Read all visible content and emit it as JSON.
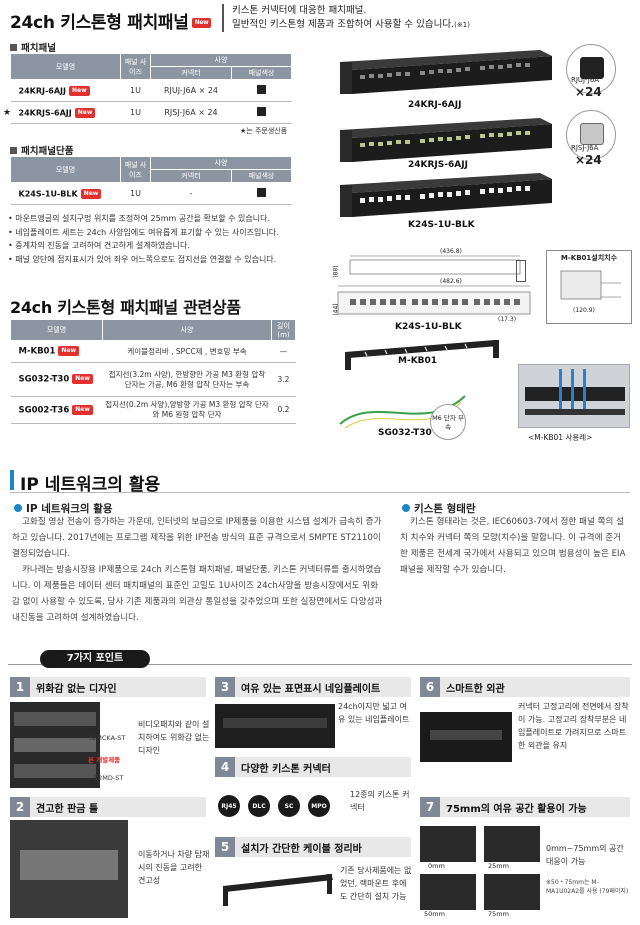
{
  "header": {
    "title": "24ch 키스톤형 패치패널",
    "new_badge": "New",
    "intro_line1": "키스톤 커넥터에 대응한 패치패널.",
    "intro_line2": "일반적인 키스톤형 제품과 조합하여 사용할 수 있습니다.",
    "intro_note": "(※1)"
  },
  "patch_panel": {
    "section_title": "패치패널",
    "col_model": "모델명",
    "col_size": "패널 사이즈",
    "col_spec": "사양",
    "col_connector": "커넥터",
    "col_color": "패널색상",
    "rows": [
      {
        "star": "",
        "model": "24KRJ-6AJJ",
        "badge": "New",
        "size": "1U",
        "connector": "RJUJ-J6A × 24"
      },
      {
        "star": "★",
        "model": "24KRJS-6AJJ",
        "badge": "New",
        "size": "1U",
        "connector": "RJSJ-J6A × 24"
      }
    ],
    "footnote": "★는 주문생산품"
  },
  "patch_single": {
    "section_title": "패치패널단품",
    "col_model": "모델명",
    "col_size": "패널 사이즈",
    "col_spec": "사양",
    "col_connector": "커넥터",
    "col_color": "패널색상",
    "rows": [
      {
        "model": "K24S-1U-BLK",
        "badge": "New",
        "size": "1U",
        "connector": "-"
      }
    ]
  },
  "bullets": [
    "마운트앵글의 설치구멍 위치를 조정하여 25mm 공간을 확보할 수 있습니다.",
    "네임플레이트 세트는 24ch 사양임에도 여유롭게 표기할 수 있는 사이즈입니다.",
    "중계차의 진동을 고려하여 견고하게 설계하였습니다.",
    "패널 양단에 접지표시가 있어 좌우 어느쪽으로도 접지선을 연결할 수 있습니다."
  ],
  "product_labels": {
    "p1": "24KRJ-6AJJ",
    "p2": "24KRJS-6AJJ",
    "p3": "K24S-1U-BLK",
    "p4": "K24S-1U-BLK",
    "p5": "M-KB01",
    "p6": "SG032-T30",
    "p7": "<M-KB01 사용례>",
    "m6_label": "M6 단자 부속",
    "rjuj_label": "RJUJ-J6A",
    "rjsj_label": "RJSJ-J6A",
    "qty": "×24",
    "install_dim_title": "M-KB01설치치수",
    "dims": {
      "d1": "(436.8)",
      "d2": "(482.6)",
      "d3": "(17.3)",
      "d4": "(88)",
      "d5": "(44)",
      "d6": "(120.9)"
    }
  },
  "related": {
    "title": "24ch 키스톤형 패치패널 관련상품",
    "col_model": "모델명",
    "col_spec": "사양",
    "col_len": "길이 (m)",
    "rows": [
      {
        "model": "M-KB01",
        "badge": "New",
        "spec": "케이블정리바 , SPCC제 , 변호밍 부속",
        "len": "—"
      },
      {
        "model": "SG032-T30",
        "badge": "New",
        "spec": "접지선(3.2m 사양), 한방향만 가공 M3 환형 압착 단자는 가공, M6 환형 압착 단자는 부속",
        "len": "3.2"
      },
      {
        "model": "SG002-T36",
        "badge": "New",
        "spec": "접지선(0.2m 사양),양방향 가공 M3 환형 압착 단자와 M6 원형 압착 단자",
        "len": "0.2"
      }
    ]
  },
  "ip_section": {
    "title": "IP 네트워크의 활용",
    "left_sub": "IP 네트워크의 활용",
    "left_p1": "고화질 영상 전송이 증가하는 가운데, 인터넷의 보급으로 IP제품을 이용한 시스템 설계가 급속히 증가하고 있습니다. 2017년에는 프로그램 제작을 위한 IP전송 방식의 표준 규격으로서 SMPTE ST2110이 결정되었습니다.",
    "left_p2": "카나레는 방송시장용 IP제품으로 24ch 키스톤형 패치패널, 패널단품, 키스톤 커넥터류를 출시하였습니다. 이 제품들은 데이터 센터 패치패널의 표준인 고밀도 1U사이즈 24ch사양을 방송시장에서도 위화감 없이 사용할 수 있도록, 당사 기존 제품과의 외관상 통일성을 갖추었으며 또한 실장면에서도 다양성과 내진동을 고려하여 설계하였습니다.",
    "right_sub": "키스톤 형태란",
    "right_p1": "키스톤 형태라는 것은, IEC60603-7에서 정한 패널 쪽의 설치 치수와 커넥터 쪽의 모양(치수)을 말합니다. 이 규격에 준거한 제품은 전세계 국가에서 사용되고 있으며 범용성이 높은 EIA패널을 제작할 수가 있습니다."
  },
  "points": {
    "banner": "7가지 포인트",
    "p1": {
      "num": "1",
      "title": "위화감 없는 디자인",
      "desc": "비디오패치와 같이 설치하여도 위화감 없는 디자인",
      "l1": "32MCKA-ST",
      "l2": "본 개발제품",
      "l3": "32MD-ST"
    },
    "p2": {
      "num": "2",
      "title": "견고한 판금 틀",
      "desc": "이동하거나 차량 탑재시의 진동을 고려한 견고성"
    },
    "p3": {
      "num": "3",
      "title": "여유 있는 표면표시 네임플레이트",
      "desc": "24ch이지만 넓고 여유 있는 네임플레이트"
    },
    "p4": {
      "num": "4",
      "title": "다양한 키스톤 커넥터",
      "desc": "12종의 키스톤 커넥터",
      "badges": [
        "RJ45",
        "DLC",
        "SC",
        "MPO"
      ]
    },
    "p5": {
      "num": "5",
      "title": "설치가 간단한 케이블 정리바",
      "desc": "기존 당사제품에는 없었던, 랙마운트 후에도 간단히 설치 가능"
    },
    "p6": {
      "num": "6",
      "title": "스마트한 외관",
      "desc": "커넥터 고정고리에 전면에서 장착이 가능. 고정고리 장착부분은 네임플레이트로 가려지므로 스마트한 외관을 유지"
    },
    "p7": {
      "num": "7",
      "title": "75mm의 여유 공간 활용이 가능",
      "desc": "0mm~75mm의 공간 대응이 가능",
      "note": "※50・75mm는 M-MA1U02A2를 사용 (79페이지)",
      "m0": "0mm",
      "m25": "25mm",
      "m50": "50mm",
      "m75": "75mm"
    }
  }
}
